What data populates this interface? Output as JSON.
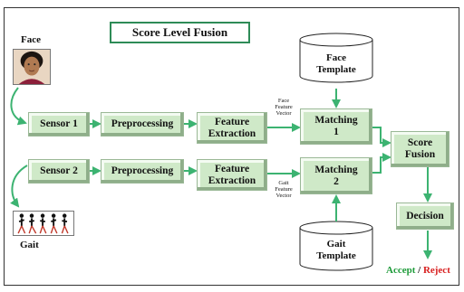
{
  "title": "Score Level Fusion",
  "face_label": "Face",
  "gait_label": "Gait",
  "blocks": {
    "sensor1": "Sensor 1",
    "sensor2": "Sensor 2",
    "pre1": "Preprocessing",
    "pre2": "Preprocessing",
    "feat1": "Feature\nExtraction",
    "feat2": "Feature\nExtraction",
    "match1": "Matching\n1",
    "match2": "Matching\n2",
    "fusion": "Score\nFusion",
    "decision": "Decision"
  },
  "templates": {
    "face": "Face\nTemplate",
    "gait": "Gait\nTemplate"
  },
  "vector_labels": {
    "face": "Face\nFeature\nVector",
    "gait": "Gait\nFeature\nVector"
  },
  "result": {
    "accept": "Accept",
    "separator": " / ",
    "reject": "Reject"
  },
  "colors": {
    "arrow": "#3cb371",
    "block_fill": "#cfe9c8",
    "title_border": "#2e8b57",
    "accept": "#1e9b3a",
    "reject": "#d82020"
  }
}
